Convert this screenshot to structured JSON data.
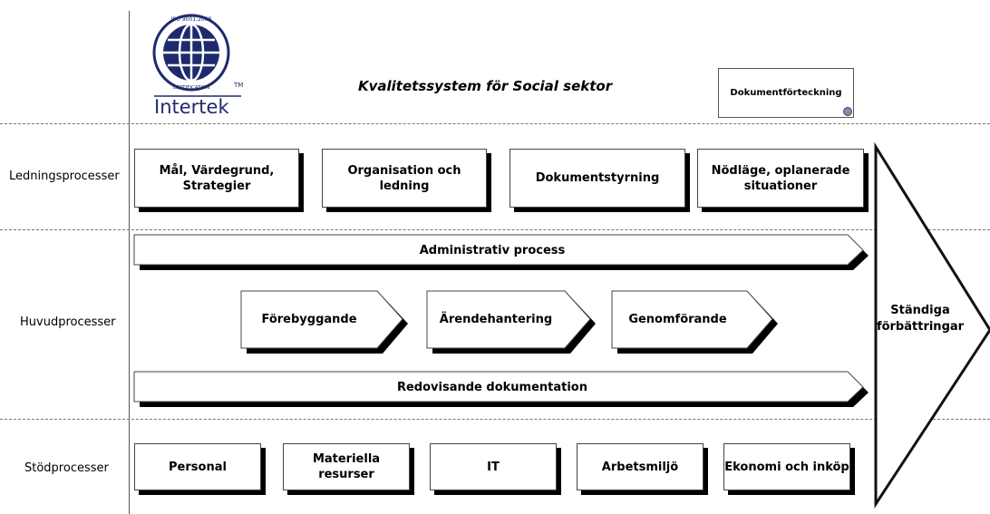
{
  "header": {
    "logo_ring_text": "ISO 9001:2008",
    "logo_ring_bottom": "CERTIFICATION",
    "logo_tm": "TM",
    "logo_brand": "Intertek",
    "title": "Kvalitetssystem för Social sektor",
    "doc_button": "Dokumentförteckning"
  },
  "rows": {
    "ledning": "Ledningsprocesser",
    "huvud": "Huvudprocesser",
    "stod": "Stödprocesser"
  },
  "ledning_boxes": [
    "Mål, Värdegrund, Strategier",
    "Organisation och ledning",
    "Dokumentstyrning",
    "Nödläge, oplanerade situationer"
  ],
  "huvud": {
    "top_bar": "Administrativ process",
    "chevrons": [
      "Förebyggande",
      "Ärendehantering",
      "Genomförande"
    ],
    "bottom_bar": "Redovisande dokumentation"
  },
  "stod_boxes": [
    "Personal",
    "Materiella resurser",
    "IT",
    "Arbetsmiljö",
    "Ekonomi och inköp"
  ],
  "big_arrow": "Ständiga förbättringar",
  "colors": {
    "logo_blue": "#1f2a6e",
    "shadow": "#000000"
  }
}
